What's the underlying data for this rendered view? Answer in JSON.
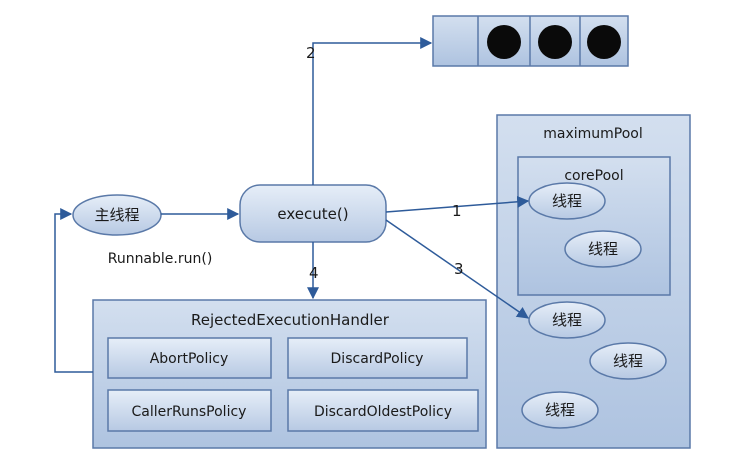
{
  "main_thread": {
    "label": "主线程",
    "caption": "Runnable.run()"
  },
  "execute": {
    "label": "execute()"
  },
  "arrows": {
    "one": "1",
    "two": "2",
    "three": "3",
    "four": "4"
  },
  "queue": {
    "item_count": 3
  },
  "maximum_pool": {
    "title": "maximumPool"
  },
  "core_pool": {
    "title": "corePool",
    "threads": [
      "线程",
      "线程"
    ]
  },
  "extra_threads": [
    "线程",
    "线程",
    "线程"
  ],
  "rejected_handler": {
    "title": "RejectedExecutionHandler",
    "policies": [
      "AbortPolicy",
      "DiscardPolicy",
      "CallerRunsPolicy",
      "DiscardOldestPolicy"
    ]
  },
  "colors": {
    "node_fill": "#c6d5ea",
    "node_stroke": "#5a79a8",
    "container_fill": "#b8cbe5",
    "arrow": "#2e5b9a",
    "queue_dot": "#0a0a0a"
  }
}
